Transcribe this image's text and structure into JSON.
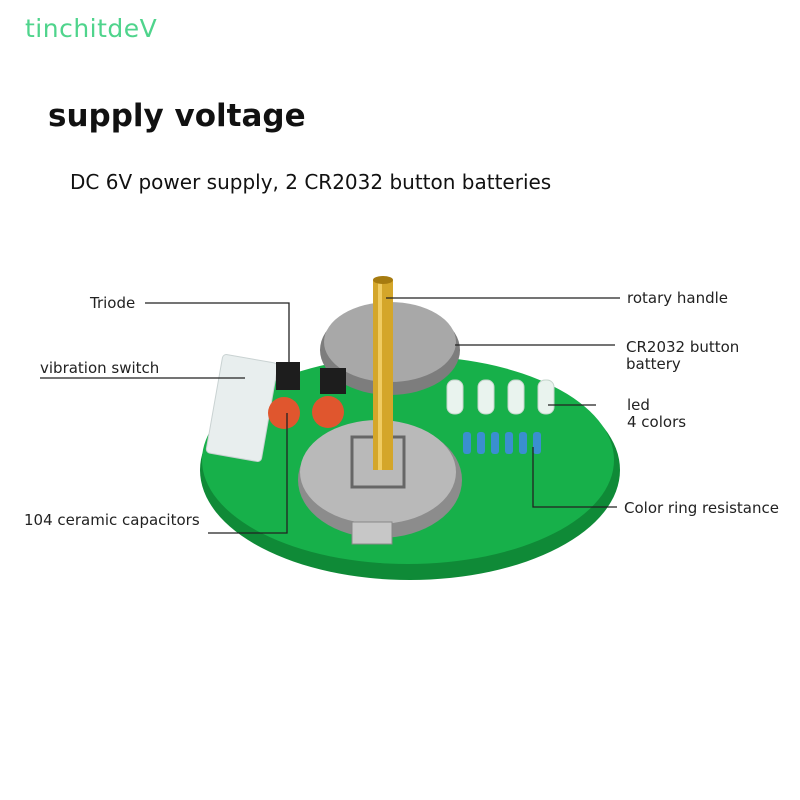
{
  "brand": "tinchitdeV",
  "title": "supply voltage",
  "subtitle": "DC 6V power supply, 2 CR2032 button batteries",
  "labels": {
    "triode": "Triode",
    "vibration_switch": "vibration switch",
    "capacitors": "104 ceramic capacitors",
    "rotary_handle": "rotary handle",
    "battery_line1": "CR2032 button",
    "battery_line2": "battery",
    "led_line1": "led",
    "led_line2": "4 colors",
    "resistance": "Color ring resistance"
  },
  "colors": {
    "brand": "#4fd48c",
    "pcb": "#17b04a",
    "brass": "#d4a62a",
    "capacitor": "#e0562e",
    "resistor": "#3a8fd0"
  }
}
